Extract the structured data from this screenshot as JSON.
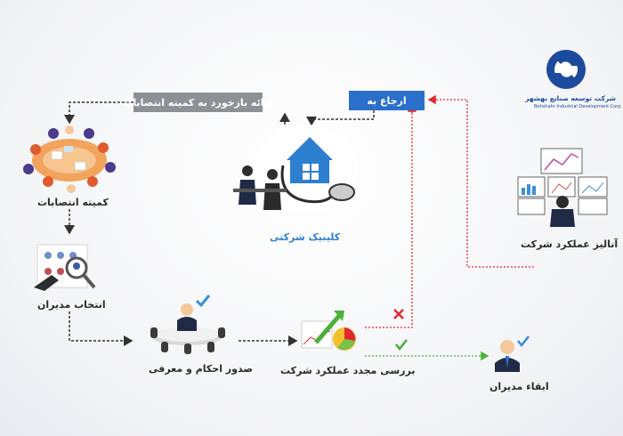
{
  "company": {
    "name_fa": "شرکت توسعه صنایع بهشهر",
    "name_en": "Behshahr Industrial Development Corp.",
    "brand_color": "#1c4a9c"
  },
  "banners": {
    "feedback": "ارائه بازخورد به کمیته انتصابات",
    "referral": "ارجاع به"
  },
  "nodes": {
    "committee": "کمیته انتصابات",
    "select_managers": "انتخاب مدیران",
    "issue_decree": "صدور احکام و معرفی",
    "review": "بررسی مجدد عملکرد شرکت",
    "retain": "ابقاء مدیران",
    "clinic": "کلینیک شرکتی",
    "analysis": "آنالیز عملکرد شرکت"
  },
  "colors": {
    "banner_gray": "#8c9196",
    "banner_blue": "#2a6fc9",
    "reject_red": "#e0282e",
    "accept_green": "#4caf3a",
    "check_blue": "#3a8fd8",
    "clinic_blue": "#2f7fd0"
  },
  "icons": {
    "approve": "check-icon",
    "reject": "cross-icon"
  }
}
